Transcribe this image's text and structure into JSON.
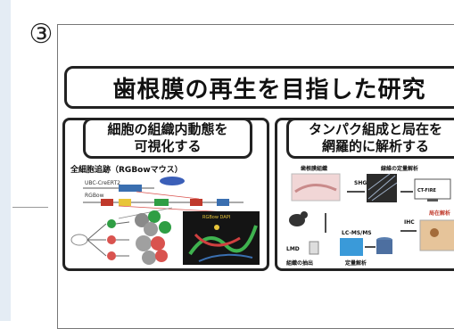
{
  "step_marker": "③",
  "title": "歯根膜の再生を目指した研究",
  "left_panel": {
    "header_line1": "細胞の組織内動態を",
    "header_line2": "可視化する",
    "figure_title": "全細胞追跡（RGBowマウス）",
    "construct_label_1": "UBC-CreERT2",
    "construct_label_2": "RGBow",
    "image_label": "RGBow DAPI"
  },
  "right_panel": {
    "header_line1": "タンパク組成と局在を",
    "header_line2": "網羅的に解析する",
    "label_tissue": "歯根膜組織",
    "label_fiber": "線維の定量解析",
    "label_shg": "SHG",
    "label_ctfire": "CT-FIRE",
    "label_localization": "局在解析",
    "label_lmd": "LMD",
    "label_lcms": "LC-MS/MS",
    "label_ihc": "IHC",
    "label_extraction": "組織の抽出",
    "label_quant": "定量解析"
  }
}
